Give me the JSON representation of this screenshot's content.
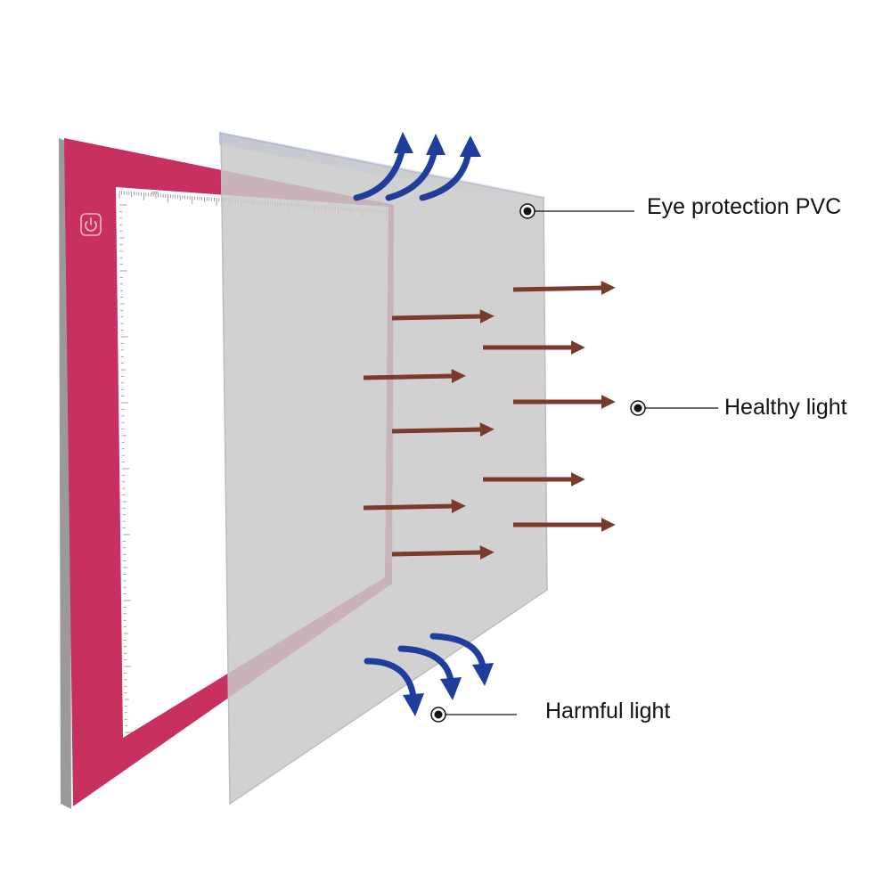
{
  "labels": {
    "eye_protection": "Eye protection PVC",
    "healthy_light": "Healthy light",
    "harmful_light": "Harmful light"
  },
  "ruler": {
    "unit_label": "cm"
  },
  "icons": {
    "power": "power-icon"
  },
  "colors": {
    "board": "#c8305f",
    "board_edge": "#9a9a9a",
    "light_area": "#ffffff",
    "pvc_sheet": "#cfcfcf",
    "pvc_glow": "#b8c8ff",
    "healthy_arrow": "#7a3a2c",
    "harmful_arrow": "#1f3d9a",
    "callout": "#111111"
  }
}
